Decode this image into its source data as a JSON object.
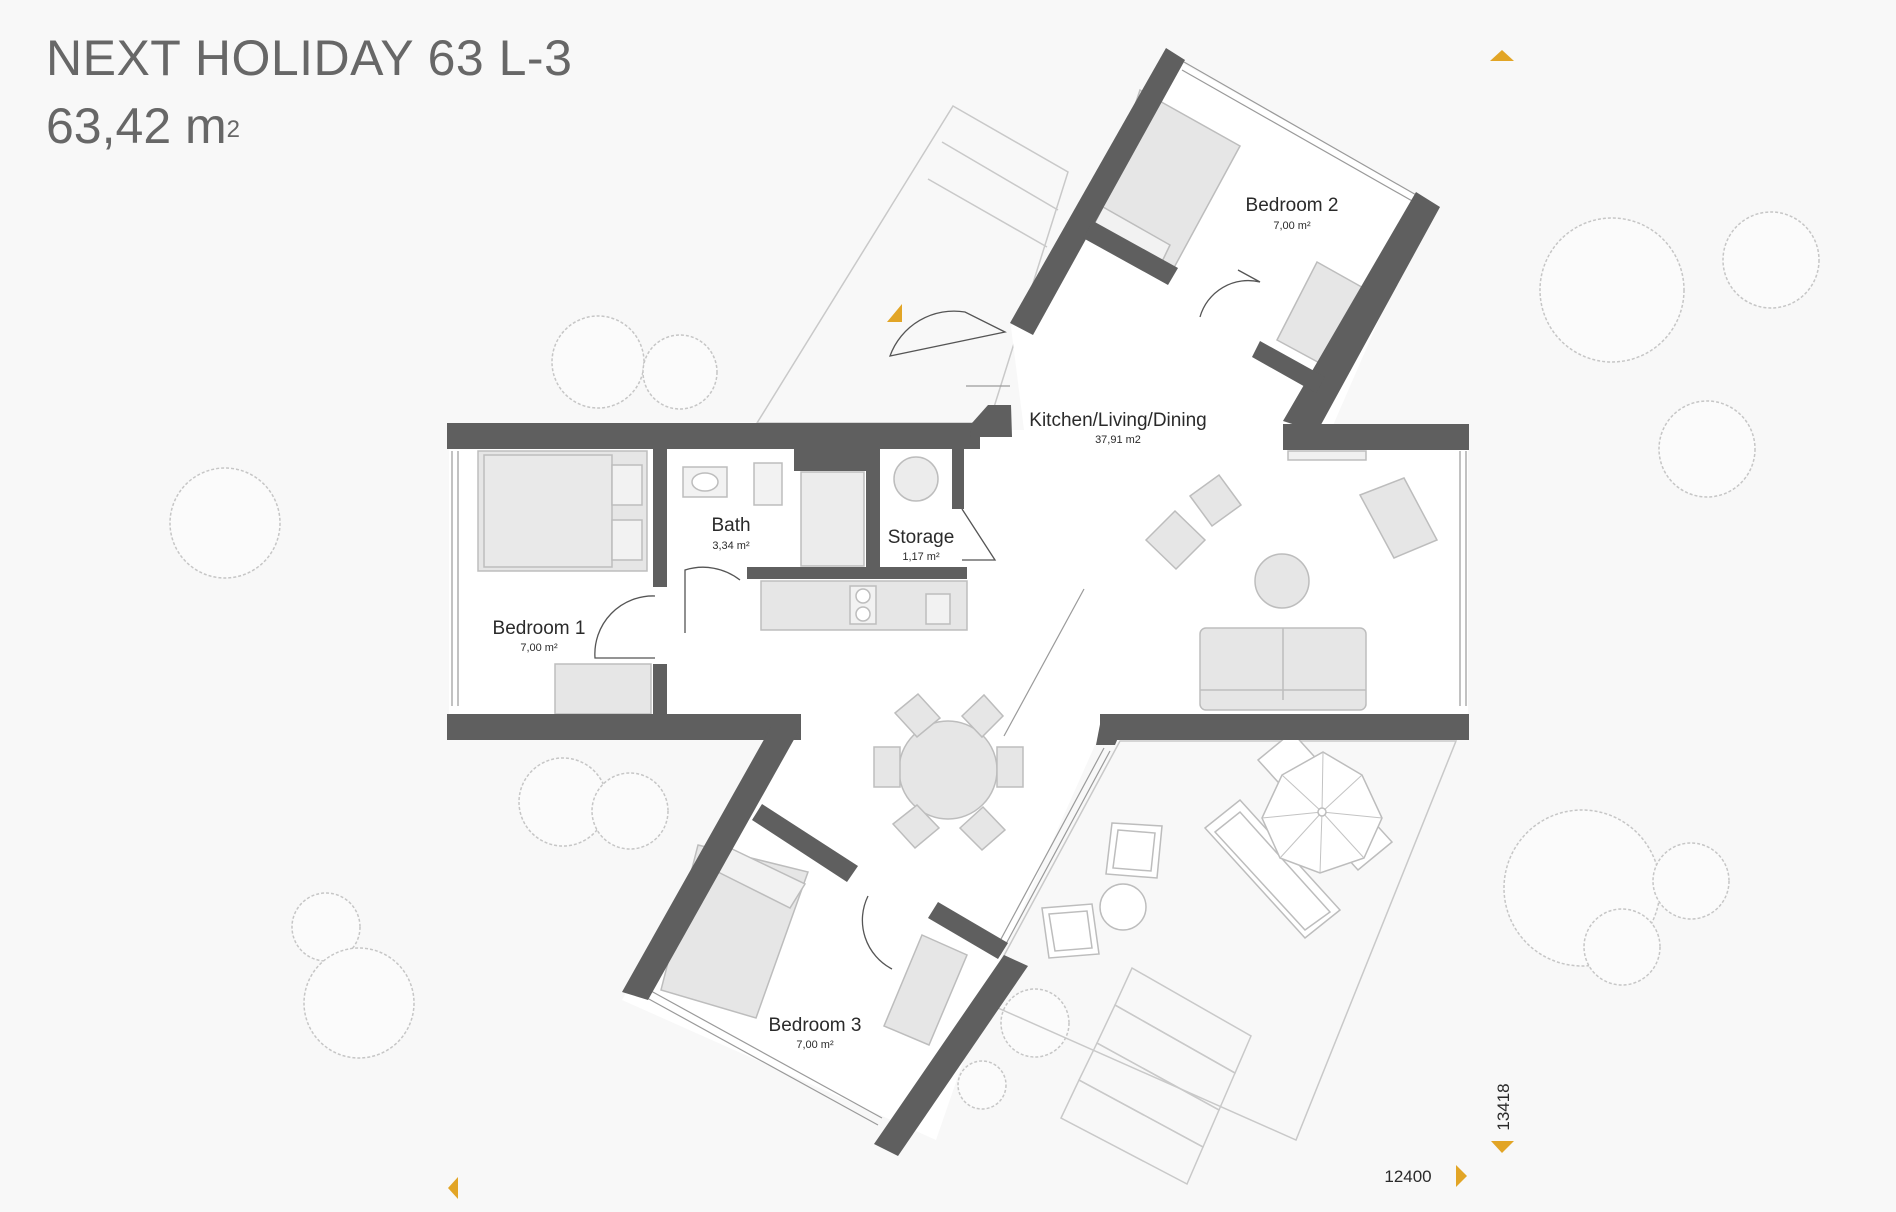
{
  "header": {
    "title": "NEXT HOLIDAY 63 L-3",
    "area_value": "63,42 m",
    "area_superscript": "2"
  },
  "rooms": [
    {
      "name": "Bedroom 2",
      "area": "7,00 m²"
    },
    {
      "name": "Kitchen/Living/Dining",
      "area": "37,91 m2"
    },
    {
      "name": "Bath",
      "area": "3,34 m²"
    },
    {
      "name": "Storage",
      "area": "1,17 m²"
    },
    {
      "name": "Bedroom 1",
      "area": "7,00 m²"
    },
    {
      "name": "Bedroom 3",
      "area": "7,00 m²"
    }
  ],
  "dimensions": {
    "width": "12400",
    "height": "13418"
  },
  "colors": {
    "wall": "#5f5f5f",
    "accent_marker": "#e2a526",
    "furniture_fill": "#e6e6e6",
    "furniture_stroke": "#bdbdbd",
    "line": "#b9b9b9"
  }
}
